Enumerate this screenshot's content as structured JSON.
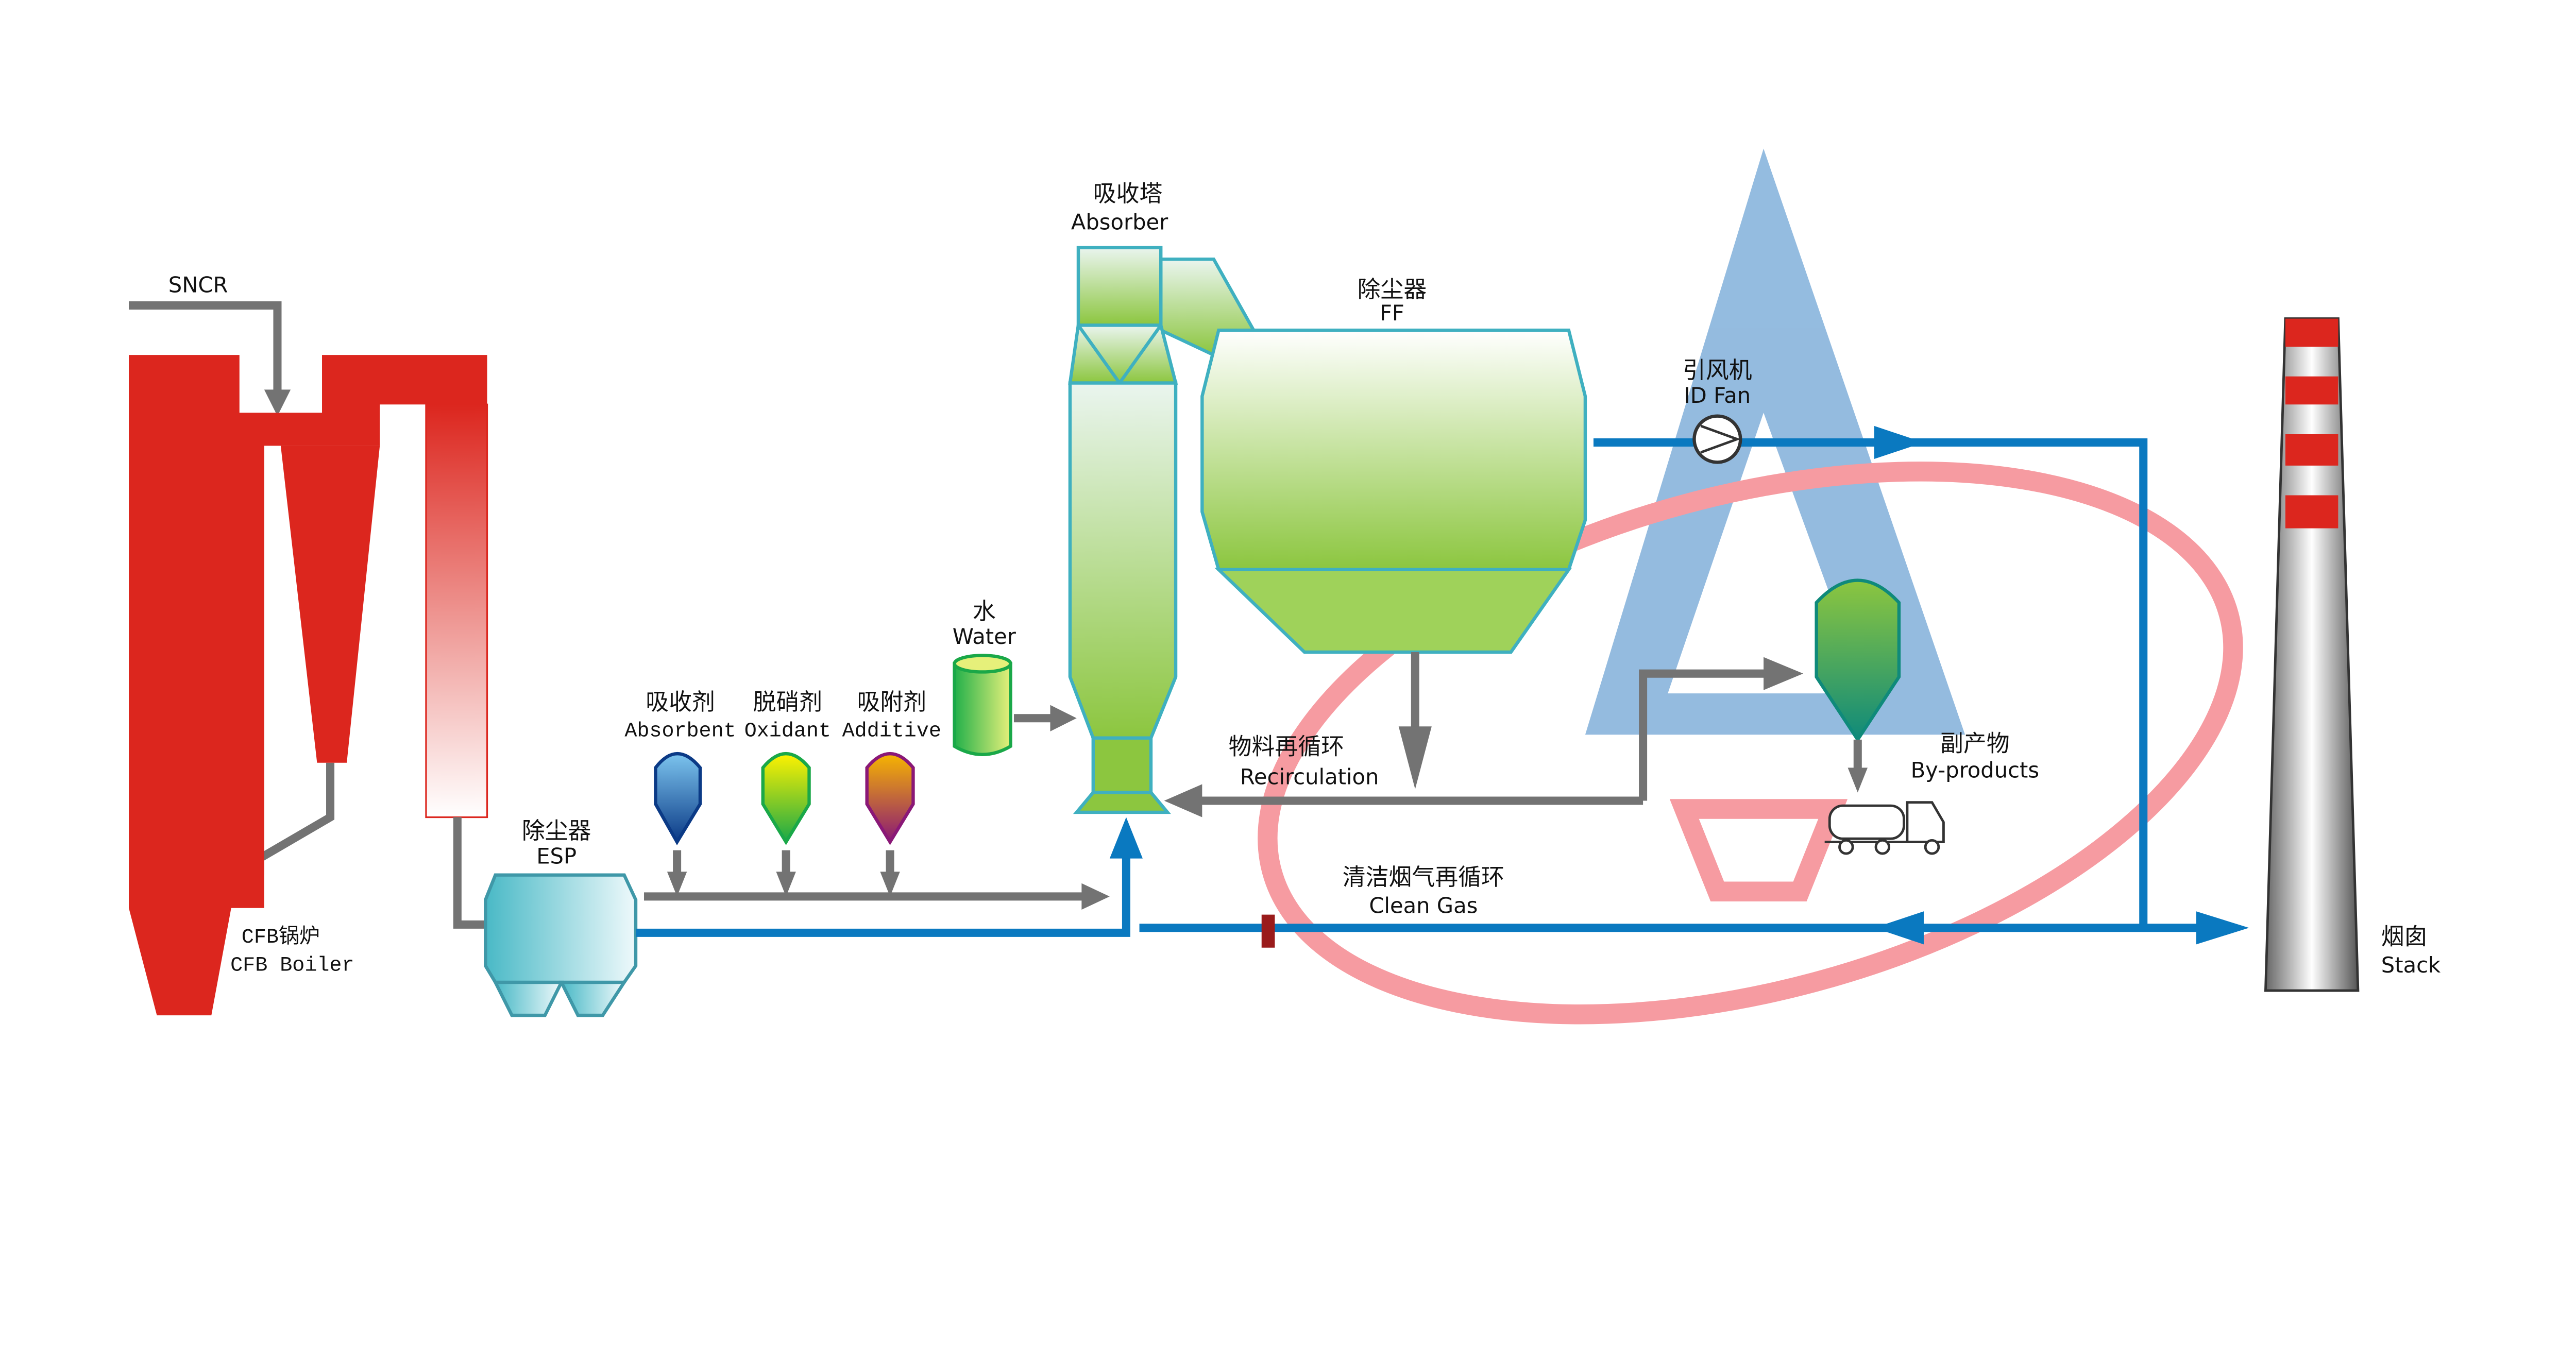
{
  "labels": {
    "sncr": "SNCR",
    "boiler_cn": "CFB锅炉",
    "boiler_en": "CFB Boiler",
    "esp_cn": "除尘器",
    "esp_en": "ESP",
    "absorbent_cn": "吸收剂",
    "absorbent_en": "Absorbent",
    "oxidant_cn": "脱硝剂",
    "oxidant_en": "Oxidant",
    "additive_cn": "吸附剂",
    "additive_en": "Additive",
    "water_cn": "水",
    "water_en": "Water",
    "absorber_cn": "吸收塔",
    "absorber_en": "Absorber",
    "ff_cn": "除尘器",
    "ff_en": "FF",
    "idfan_cn": "引风机",
    "idfan_en": "ID Fan",
    "recirc_cn": "物料再循环",
    "recirc_en": "Recirculation",
    "byproducts_cn": "副产物",
    "byproducts_en": "By-products",
    "cleangas_cn": "清洁烟气再循环",
    "cleangas_en": "Clean Gas",
    "stack_cn": "烟囱",
    "stack_en": "Stack"
  },
  "colors": {
    "boiler": "#dc261e",
    "flue_gas": "#0a79c0",
    "material": "#737373",
    "absorber": "#8cc63f",
    "outline": "#3fb0c0"
  }
}
